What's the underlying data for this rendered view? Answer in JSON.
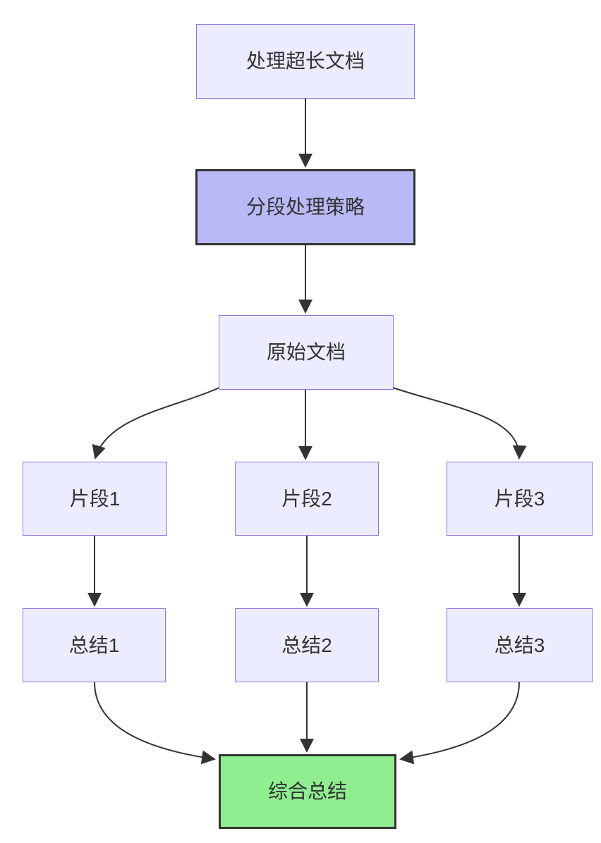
{
  "diagram": {
    "kind": "flowchart",
    "direction": "top-down",
    "colors": {
      "node_fill": "#ECECFF",
      "node_border": "#9370DB",
      "highlight_fill": "#B9B9F8",
      "highlight_border": "#333333",
      "success_fill": "#90EE90",
      "success_border": "#333333",
      "edge": "#333333",
      "text": "#333333",
      "background": "#FFFFFF"
    },
    "nodes": [
      {
        "id": "A",
        "label": "处理超长文档",
        "style": "default"
      },
      {
        "id": "B",
        "label": "分段处理策略",
        "style": "highlight"
      },
      {
        "id": "C",
        "label": "原始文档",
        "style": "default"
      },
      {
        "id": "D1",
        "label": "片段1",
        "style": "default"
      },
      {
        "id": "D2",
        "label": "片段2",
        "style": "default"
      },
      {
        "id": "D3",
        "label": "片段3",
        "style": "default"
      },
      {
        "id": "E1",
        "label": "总结1",
        "style": "default"
      },
      {
        "id": "E2",
        "label": "总结2",
        "style": "default"
      },
      {
        "id": "E3",
        "label": "总结3",
        "style": "default"
      },
      {
        "id": "F",
        "label": "综合总结",
        "style": "success"
      }
    ],
    "edges": [
      {
        "from": "A",
        "to": "B"
      },
      {
        "from": "B",
        "to": "C"
      },
      {
        "from": "C",
        "to": "D1"
      },
      {
        "from": "C",
        "to": "D2"
      },
      {
        "from": "C",
        "to": "D3"
      },
      {
        "from": "D1",
        "to": "E1"
      },
      {
        "from": "D2",
        "to": "E2"
      },
      {
        "from": "D3",
        "to": "E3"
      },
      {
        "from": "E1",
        "to": "F"
      },
      {
        "from": "E2",
        "to": "F"
      },
      {
        "from": "E3",
        "to": "F"
      }
    ]
  }
}
